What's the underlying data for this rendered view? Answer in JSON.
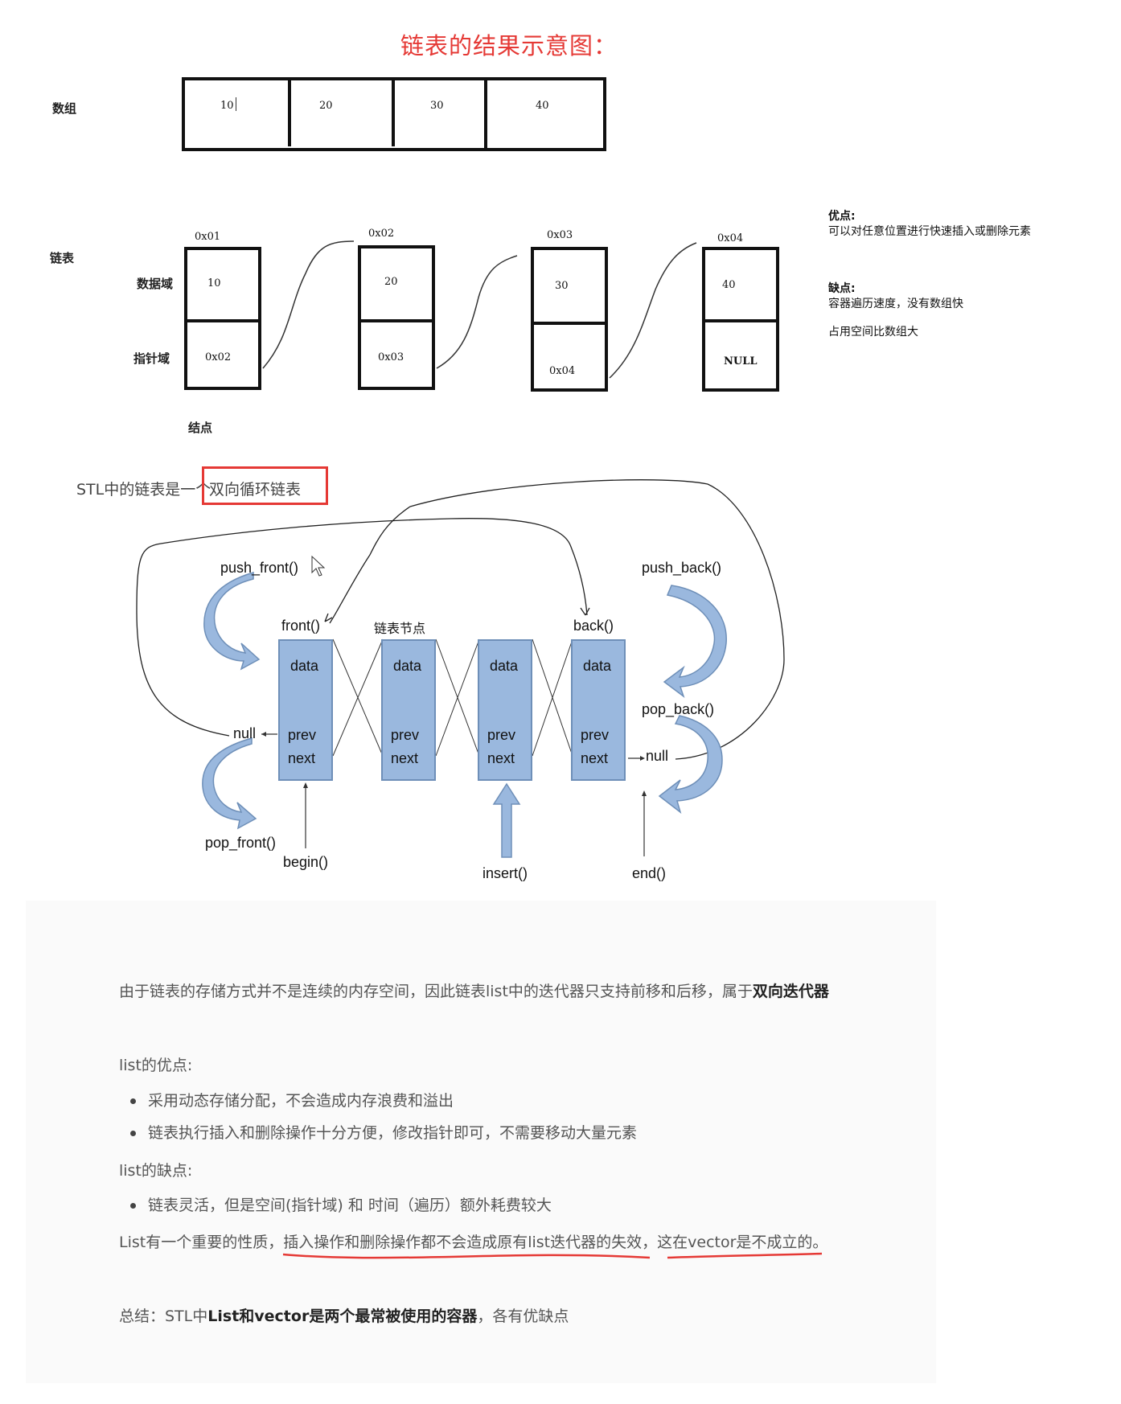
{
  "top_title": "链表的结果示意图：",
  "array_section": {
    "label": "数组",
    "cells": [
      "10",
      "20",
      "30",
      "40"
    ]
  },
  "list_section": {
    "label": "链表",
    "data_field_label": "数据域",
    "pointer_field_label": "指针域",
    "node_label": "结点",
    "nodes": [
      {
        "addr": "0x01",
        "data": "10",
        "ptr": "0x02"
      },
      {
        "addr": "0x02",
        "data": "20",
        "ptr": "0x03"
      },
      {
        "addr": "0x03",
        "data": "30",
        "ptr": "0x04"
      },
      {
        "addr": "0x04",
        "data": "40",
        "ptr": "NULL"
      }
    ]
  },
  "notes": {
    "pros_title": "优点:",
    "pros_text": "可以对任意位置进行快速插入或删除元素",
    "cons_title": "缺点:",
    "cons_text": "容器遍历速度，没有数组快",
    "cons_text2": "占用空间比数组大"
  },
  "stl_caption_prefix": "STL中的链表是一个",
  "stl_caption_boxed": "双向循环链表",
  "dl_diagram": {
    "push_front": "push_front()",
    "push_back": "push_back()",
    "pop_back": "pop_back()",
    "pop_front": "pop_front()",
    "front": "front()",
    "back": "back()",
    "node_title": "链表节点",
    "null_left": "null",
    "null_right": "null",
    "begin": "begin()",
    "insert": "insert()",
    "end": "end()",
    "data": "data",
    "prev": "prev",
    "next": "next"
  },
  "text": {
    "p1_prefix": "由于链表的存储方式并不是连续的内存空间，因此链表list中的迭代器只支持前移和后移，属于",
    "p1_bold": "双向迭代器",
    "pros_heading": "list的优点:",
    "pros": [
      "采用动态存储分配，不会造成内存浪费和溢出",
      "链表执行插入和删除操作十分方便，修改指针即可，不需要移动大量元素"
    ],
    "cons_heading": "list的缺点:",
    "cons": [
      "链表灵活，但是空间(指针域) 和 时间（遍历）额外耗费较大"
    ],
    "property_prefix": "List有一个重要的性质，",
    "property_underlined1": "插入操作和删除操作都不会造成原有list迭代器的失效，",
    "property_underlined2": "这在vector是不成立的。",
    "summary_prefix": "总结：STL中",
    "summary_bold": "List和vector是两个最常被使用的容器",
    "summary_suffix": "，各有优缺点"
  }
}
